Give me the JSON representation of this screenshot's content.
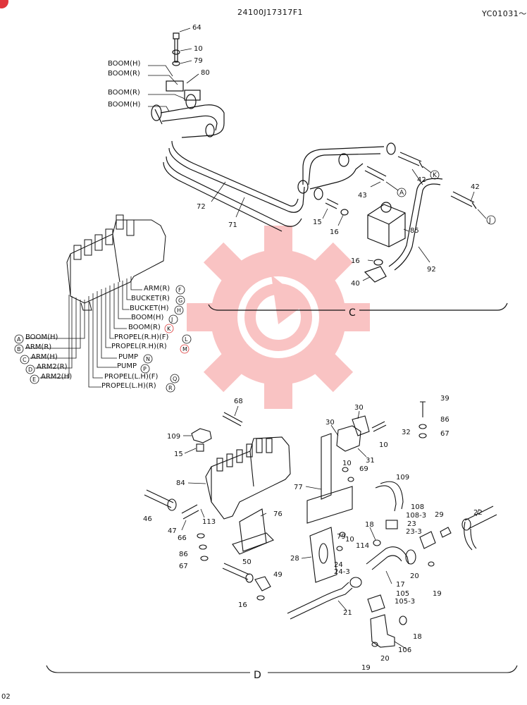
{
  "header": {
    "doc_code": "24100J17317F1",
    "serial": "YC01031～"
  },
  "footer": {
    "page_fragment": "02"
  },
  "colors": {
    "ink": "#111111",
    "watermark": "#ef4b4b",
    "badge": "#e0353c"
  },
  "section_c": {
    "label": "C",
    "parts": {
      "p64": "64",
      "p10": "10",
      "p79": "79",
      "p80": "80",
      "p72": "72",
      "p71": "71",
      "p42a": "42",
      "p43": "43",
      "p42b": "42",
      "p15": "15",
      "p16a": "16",
      "p85": "85",
      "p16b": "16",
      "p40": "40",
      "p92": "92"
    },
    "pipe_tags": {
      "boom_h_1": "BOOM(H)",
      "boom_r_1": "BOOM(R)",
      "boom_r_2": "BOOM(R)",
      "boom_h_2": "BOOM(H)"
    },
    "port_letters": {
      "k": "K",
      "a": "A",
      "j": "J"
    }
  },
  "valve_legend": {
    "right": [
      {
        "label": "ARM(R)",
        "letter": "F"
      },
      {
        "label": "BUCKET(R)",
        "letter": "G"
      },
      {
        "label": "BUCKET(H)",
        "letter": "H"
      },
      {
        "label": "BOOM(H)",
        "letter": "J"
      },
      {
        "label": "BOOM(R)",
        "letter": "K"
      },
      {
        "label": "PROPEL(R.H)(F)",
        "letter": "L"
      },
      {
        "label": "PROPEL(R.H)(R)",
        "letter": "M"
      },
      {
        "label": "PUMP",
        "letter": "N"
      },
      {
        "label": "PUMP",
        "letter": "P"
      },
      {
        "label": "PROPEL(L.H)(F)",
        "letter": "Q"
      },
      {
        "label": "PROPEL(L.H)(R)",
        "letter": "R"
      }
    ],
    "left": [
      {
        "label": "BOOM(H)",
        "letter": "A"
      },
      {
        "label": "ARM(R)",
        "letter": "B"
      },
      {
        "label": "ARM(H)",
        "letter": "C"
      },
      {
        "label": "ARM2(R)",
        "letter": "D"
      },
      {
        "label": "ARM2(H)",
        "letter": "E"
      }
    ]
  },
  "section_d": {
    "label": "D",
    "parts": {
      "p68": "68",
      "p109a": "109",
      "p15": "15",
      "p84": "84",
      "p46": "46",
      "p47": "47",
      "p113": "113",
      "p66": "66",
      "p86a": "86",
      "p67a": "67",
      "p50": "50",
      "p49": "49",
      "p16": "16",
      "p76": "76",
      "p30a": "30",
      "p30b": "30",
      "p31": "31",
      "p10a": "10",
      "p32": "32",
      "p10b": "10",
      "p69": "69",
      "p77": "77",
      "p39": "39",
      "p86b": "86",
      "p67b": "67",
      "p109b": "109",
      "p22": "22",
      "p108": "108",
      "p108_3": "108-3",
      "p23": "23",
      "p23_3": "23-3",
      "p29": "29",
      "p18a": "18",
      "p79": "79",
      "p10c": "10",
      "p114": "114",
      "p28": "28",
      "p24": "24",
      "p24_3": "24-3",
      "p17": "17",
      "p20a": "20",
      "p19a": "19",
      "p105": "105",
      "p105_3": "105-3",
      "p21": "21",
      "p18b": "18",
      "p106": "106",
      "p20b": "20",
      "p19b": "19"
    }
  }
}
